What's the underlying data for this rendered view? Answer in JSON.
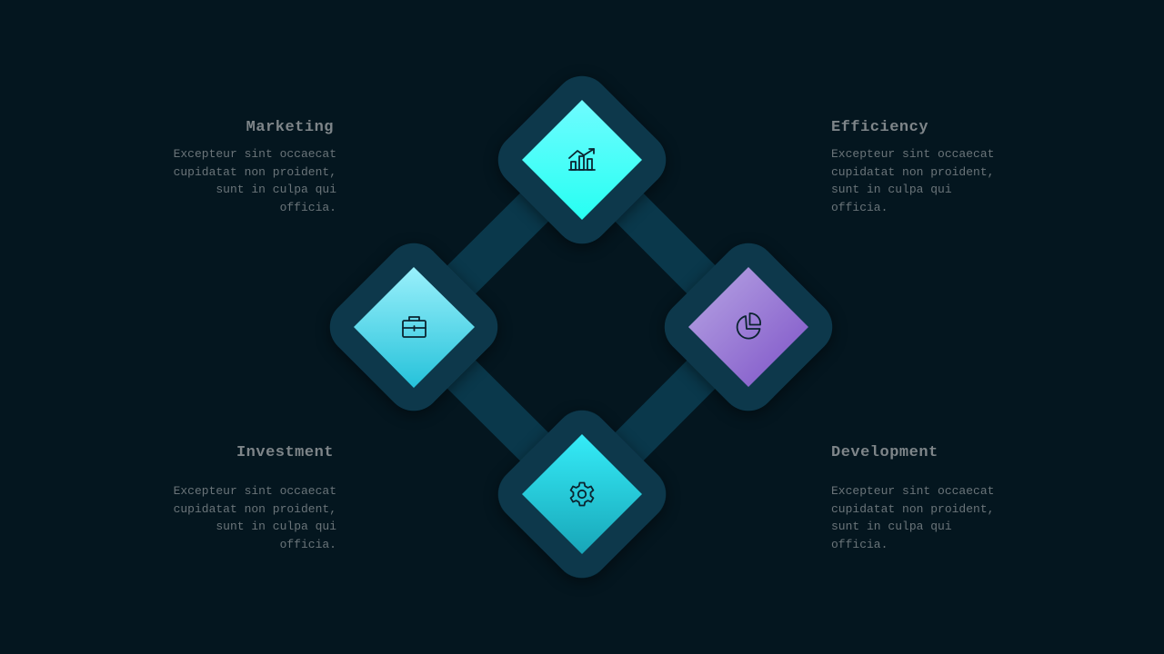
{
  "items": [
    {
      "title": "Marketing",
      "text": "Excepteur sint occaecat cupidatat non proident, sunt in culpa qui officia.",
      "icon": "bar-chart-icon"
    },
    {
      "title": "Efficiency",
      "text": "Excepteur sint occaecat cupidatat non proident, sunt in culpa qui officia.",
      "icon": "pie-chart-icon"
    },
    {
      "title": "Investment",
      "text": "Excepteur sint occaecat cupidatat non proident, sunt in culpa qui officia.",
      "icon": "briefcase-icon"
    },
    {
      "title": "Development",
      "text": "Excepteur sint occaecat cupidatat non proident, sunt in culpa qui officia.",
      "icon": "gear-icon"
    }
  ],
  "colors": {
    "background": "#04161f",
    "frame": "#0a384b",
    "cyan_bright": "#3ffff8",
    "cyan_light": "#8ee9f7",
    "cyan_mid": "#25d8ea",
    "purple": "#8b63cf",
    "title_text": "#7e8589",
    "body_text": "#6a7479"
  }
}
